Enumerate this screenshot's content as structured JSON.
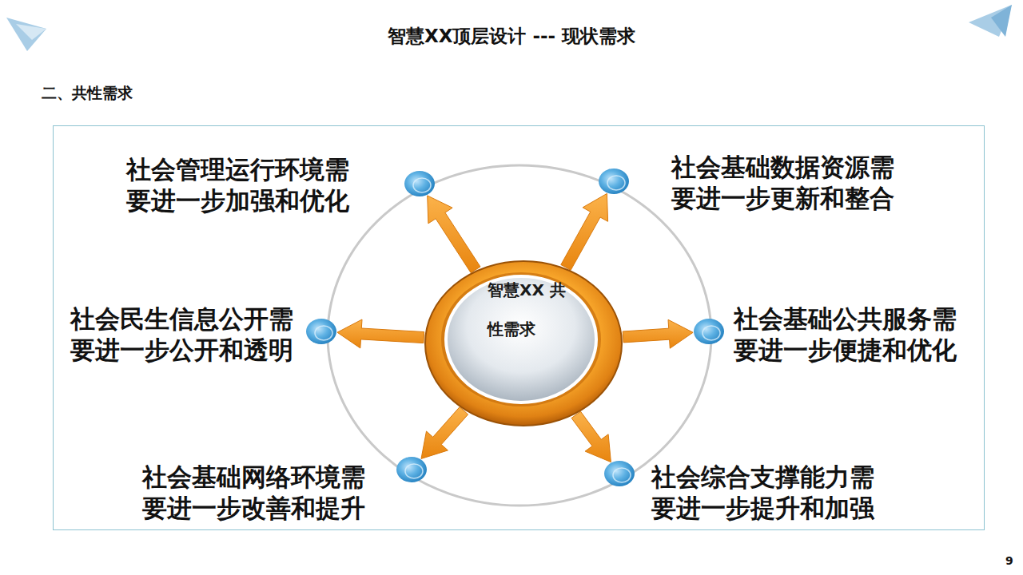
{
  "diagram": {
    "title": "智慧XX顶层设计 --- 现状需求",
    "nodes": [
      {
        "text": [
          "智慧XX 共性需求"
        ]
      },
      {
        "text": [
          "社会管理运行环境需 要进一步加强和优化"
        ]
      },
      {
        "text": [
          "社会基础数据资源需 要进一步更新和整合"
        ]
      },
      {
        "text": [
          "社会民生信息公开需 要进一步公开和透明"
        ]
      },
      {
        "text": [
          "社会基础公共服务需 要进一步便捷和优化"
        ]
      },
      {
        "text": [
          "社会基础网络环境需 要进一步改善和提升"
        ]
      },
      {
        "text": [
          "社会综合支撑能力需 要进一步提升和加强"
        ]
      }
    ],
    "edges": [
      {
        "from": 0,
        "to": 1,
        "arrow": "to"
      },
      {
        "from": 0,
        "to": 2,
        "arrow": "to"
      },
      {
        "from": 0,
        "to": 3,
        "arrow": "to"
      },
      {
        "from": 0,
        "to": 4,
        "arrow": "to"
      },
      {
        "from": 0,
        "to": 5,
        "arrow": "to"
      },
      {
        "from": 0,
        "to": 6,
        "arrow": "to"
      }
    ],
    "labels": [
      "二、共性需求",
      "9"
    ]
  }
}
